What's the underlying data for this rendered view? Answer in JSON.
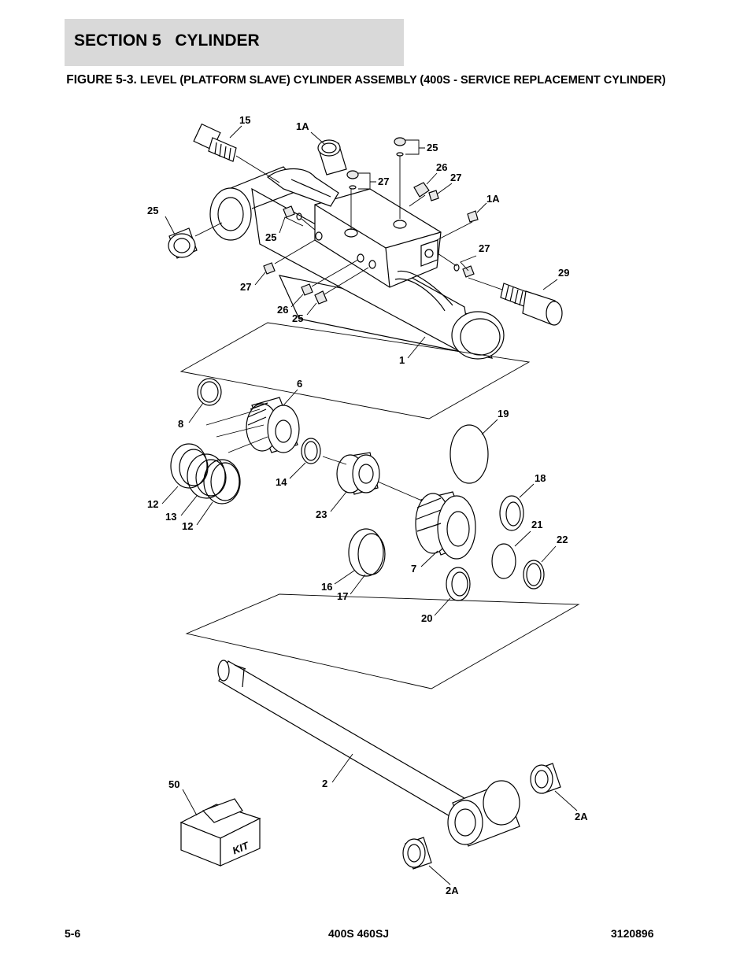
{
  "header": {
    "section_title": "SECTION 5   CYLINDER"
  },
  "figure": {
    "number": "FIGURE 5-3.",
    "title": "LEVEL (PLATFORM SLAVE) CYLINDER ASSEMBLY (400S - SERVICE REPLACEMENT CYLINDER)"
  },
  "callouts": [
    "15",
    "1A",
    "25",
    "26",
    "27",
    "27",
    "25",
    "1A",
    "25",
    "27",
    "27",
    "26",
    "25",
    "29",
    "1",
    "6",
    "8",
    "19",
    "12",
    "13",
    "12",
    "14",
    "23",
    "18",
    "21",
    "22",
    "7",
    "16",
    "17",
    "20",
    "50",
    "2",
    "2A",
    "2A"
  ],
  "kit_label": "KIT",
  "footer": {
    "page": "5-6",
    "model": "400S 460SJ",
    "doc": "3120896"
  }
}
